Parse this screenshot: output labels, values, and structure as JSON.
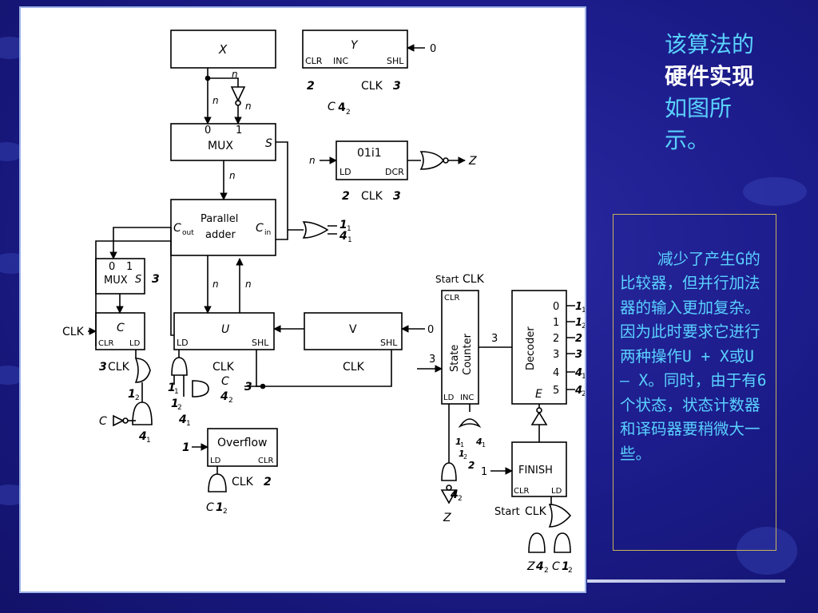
{
  "slide": {
    "title_parts": [
      {
        "text": "该算法的",
        "highlight": false
      },
      {
        "text": "硬件实现",
        "highlight": true
      },
      {
        "text": "如图所示。",
        "highlight": false
      }
    ],
    "note": "减少了产生G的比较器，但并行加法器的输入更加复杂。因为此时要求它进行两种操作U + X或U – X。同时，由于有6个状态，状态计数器和译码器要稍微大一些。",
    "colors": {
      "background": "#1c1c8c",
      "title_text": "#5ad2ff",
      "title_highlight": "#ffffff",
      "note_text": "#5ad2ff",
      "note_border": "#c8b45a"
    }
  },
  "circuit": {
    "x_reg": "X",
    "y_reg": "Y",
    "y_ports": {
      "clr": "CLR",
      "inc": "INC",
      "shl": "SHL",
      "clk": "CLK",
      "zero": "0",
      "n2": "2",
      "n3": "3",
      "c": "C",
      "c4": "4",
      "c4sub": "2"
    },
    "n": "n",
    "mux": {
      "label": "MUX",
      "in0": "0",
      "in1": "1",
      "sel": "S"
    },
    "counter": {
      "label": "01i1",
      "ld": "LD",
      "dcr": "DCR",
      "clk": "CLK",
      "n2": "2",
      "n3": "3",
      "out": "Z"
    },
    "adder": {
      "line1": "Parallel",
      "line2": "adder",
      "cout": "C",
      "cout_sub": "out",
      "cin": "C",
      "cin_sub": "in"
    },
    "or_in1": "1",
    "or_in1_sub": "1",
    "or_in2": "4",
    "or_in2_sub": "1",
    "mux2": {
      "in0": "0",
      "in1": "1",
      "label": "MUX",
      "sel": "S",
      "sel_num": "3"
    },
    "c_reg": {
      "label": "C",
      "clk_in": "CLK",
      "clr": "CLR",
      "ld": "LD",
      "n3": "3",
      "clk": "CLK",
      "not_in": "C",
      "t1": "1",
      "t1sub": "2",
      "t4": "4",
      "t4sub": "1"
    },
    "u_reg": {
      "label": "U",
      "ld": "LD",
      "shl": "SHL",
      "clk": "CLK",
      "c": "C",
      "c4": "4",
      "c4sub": "2",
      "n3": "3",
      "a1": "1",
      "a1sub": "1",
      "a2": "1",
      "a2sub": "2",
      "a4": "4",
      "a4sub": "1"
    },
    "v_reg": {
      "label": "V",
      "shl": "SHL",
      "clk": "CLK",
      "zero": "0"
    },
    "overflow": {
      "label": "Overflow",
      "ld": "LD",
      "clr": "CLR",
      "clk": "CLK",
      "n2": "2",
      "one": "1",
      "c": "C",
      "t1": "1",
      "t1sub": "2"
    },
    "state_counter": {
      "start": "Start",
      "clk": "CLK",
      "clr": "CLR",
      "line1": "State",
      "line2": "Counter",
      "ld": "LD",
      "inc": "INC",
      "n3": "3",
      "bus3": "3",
      "z": "Z",
      "i1": "1",
      "i1sub": "1",
      "i2": "1",
      "i2sub": "2",
      "i4": "4",
      "i4sub": "1",
      "i2b": "2",
      "g4": "4",
      "g4sub": "2"
    },
    "decoder": {
      "label": "Decoder",
      "e": "E",
      "outputs": [
        "0",
        "1",
        "2",
        "3",
        "4",
        "5"
      ],
      "states": [
        "1",
        "1",
        "2",
        "3",
        "4",
        "4"
      ],
      "state_subs": [
        "1",
        "2",
        "",
        "",
        "1",
        "2"
      ]
    },
    "finish": {
      "label": "FINISH",
      "clr": "CLR",
      "ld": "LD",
      "one": "1",
      "start": "Start",
      "clk": "CLK",
      "g_z": "Z",
      "g_4": "4",
      "g_4sub": "2",
      "g_c": "C",
      "g_1": "1",
      "g_1sub": "2"
    }
  }
}
